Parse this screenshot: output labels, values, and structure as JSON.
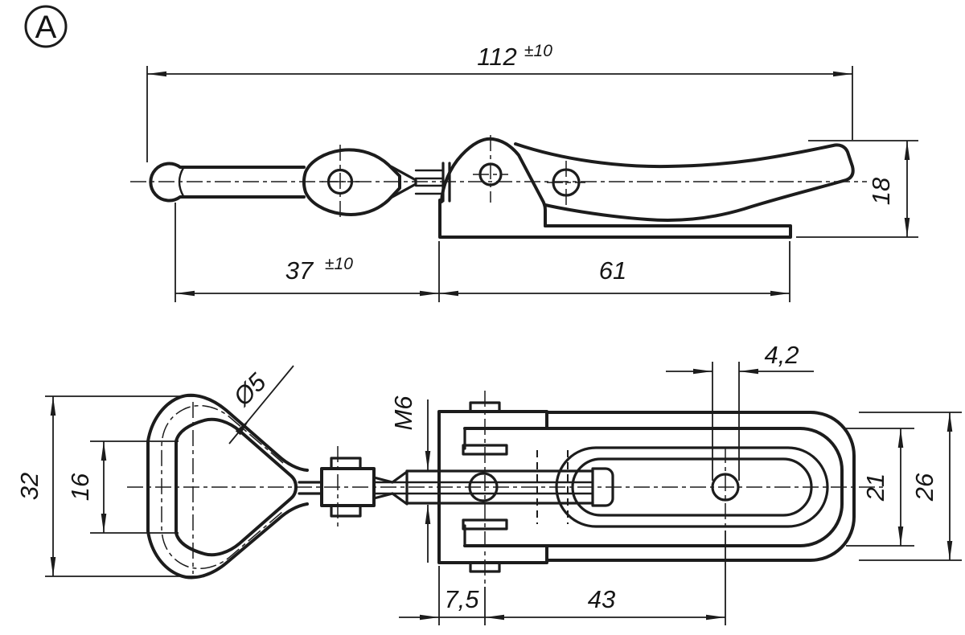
{
  "drawing": {
    "view_label": "A",
    "type": "technical-drawing-latch-clamp",
    "line_color": "#1c1c1c",
    "background": "#ffffff"
  },
  "side_view": {
    "overall_length": "112",
    "overall_length_tol": "±10",
    "hook_reach": "37",
    "hook_reach_tol": "±10",
    "base_length": "61",
    "height": "18"
  },
  "plan_view": {
    "hoop_outer_width": "32",
    "hoop_inner_width": "16",
    "wire_diameter": "Ø5",
    "thread_size": "M6",
    "hole_diameter": "4,2",
    "lever_width": "21",
    "base_width": "26",
    "pivot_offset": "7,5",
    "hole_spacing": "43"
  }
}
